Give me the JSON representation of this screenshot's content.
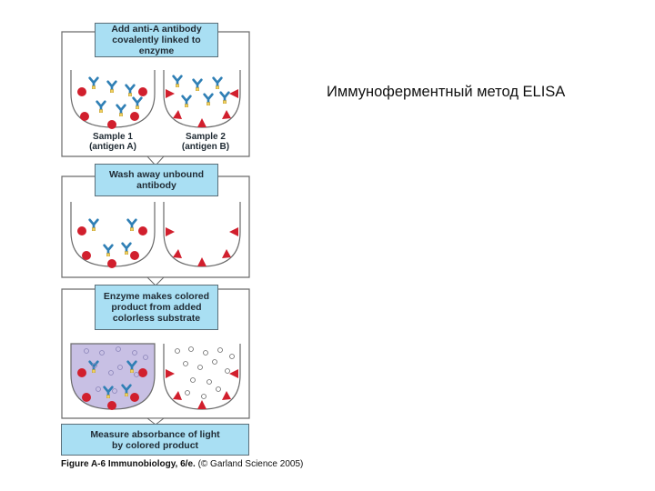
{
  "title": "Иммуноферментный метод ELISA",
  "steps": {
    "step1": {
      "line1": "Add anti-A antibody",
      "line2": "covalently linked to enzyme"
    },
    "step2": {
      "line1": "Wash away unbound",
      "line2": "antibody"
    },
    "step3": {
      "line1": "Enzyme makes colored",
      "line2": "product from added",
      "line3": "colorless substrate"
    },
    "step4": {
      "line1": "Measure absorbance of light",
      "line2": "by colored product"
    }
  },
  "samples": {
    "sample1": {
      "name": "Sample 1",
      "antigen": "(antigen A)"
    },
    "sample2": {
      "name": "Sample 2",
      "antigen": "(antigen B)"
    }
  },
  "caption": {
    "figure": "Figure A-6",
    "book": "Immunobiology, 6/e.",
    "copyright": "(© Garland Science 2005)"
  },
  "colors": {
    "box_fill": "#a9dff3",
    "antigen_a": "#d11f2d",
    "antigen_b": "#d11f2d",
    "antibody": "#2f7fb5",
    "enzyme": "#f0d060",
    "colored_product": "#c8c0e4"
  }
}
